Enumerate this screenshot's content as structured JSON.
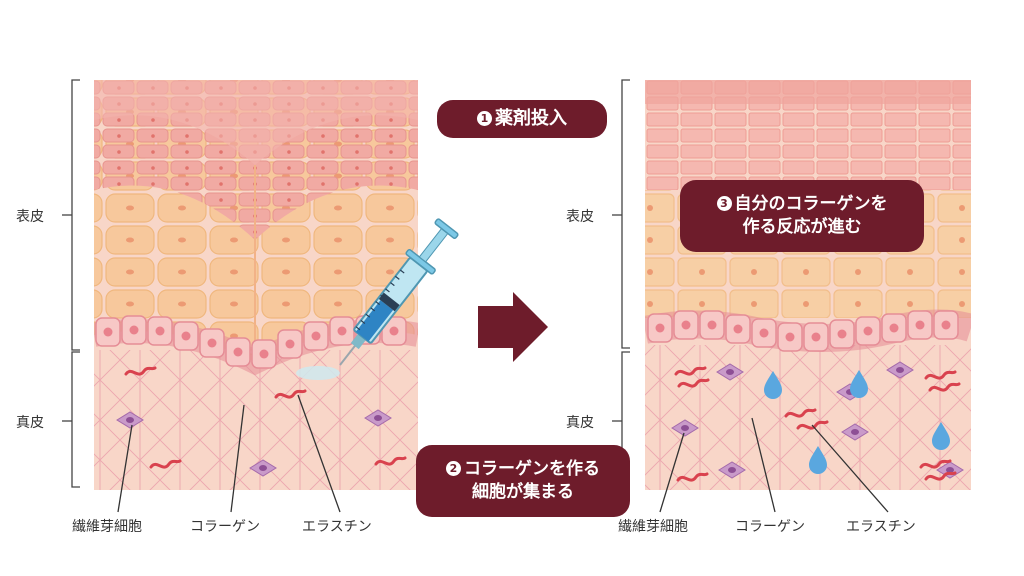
{
  "left_panel": {
    "labels": {
      "epidermis": "表皮",
      "dermis": "真皮"
    },
    "bottom_labels": {
      "fibroblast": "繊維芽細胞",
      "collagen": "コラーゲン",
      "elastin": "エラスチン"
    }
  },
  "right_panel": {
    "labels": {
      "epidermis": "表皮",
      "dermis": "真皮"
    },
    "bottom_labels": {
      "fibroblast": "繊維芽細胞",
      "collagen": "コラーゲン",
      "elastin": "エラスチン"
    }
  },
  "steps": [
    {
      "num": "1",
      "lines": [
        "薬剤投入"
      ]
    },
    {
      "num": "2",
      "lines": [
        "コラーゲンを作る",
        "細胞が集まる"
      ]
    },
    {
      "num": "3",
      "lines": [
        "自分のコラーゲンを",
        "作る反応が進む"
      ]
    }
  ],
  "colors": {
    "step_pill": "#6e1c2b",
    "arrow": "#6e1c2b",
    "stratum_corneum": "#eaa29b",
    "epidermis_mid": "#f6c69a",
    "basal_layer": "#f0b2b4",
    "dermis": "#f8d6c8",
    "fibroblast": "#b37bb9",
    "elastin": "#d9424e",
    "water_drop": "#5aa7df",
    "syringe": "#7cc8e6"
  },
  "icons": [
    "syringe-icon",
    "arrow-right-icon",
    "water-drop-icon"
  ]
}
